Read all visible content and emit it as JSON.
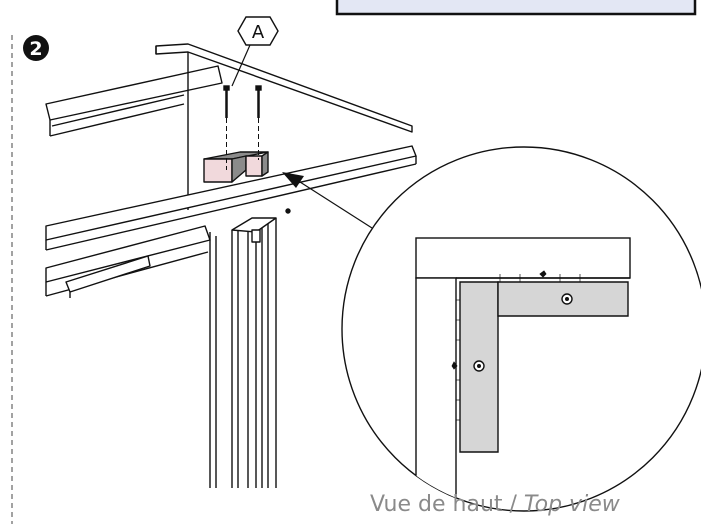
{
  "step": {
    "number": "2"
  },
  "callout": {
    "letter": "A"
  },
  "caption": {
    "main": "Vue de haut / ",
    "italic": "Top view"
  },
  "colors": {
    "line": "#111111",
    "bracket_light": "#f1d9dc",
    "bracket_dark": "#8b8b8b",
    "bracket_top_view": "#d6d6d6",
    "banner_fill": "#e3e7f4",
    "caption": "#8a8a8a"
  },
  "icons": [
    "step-badge-icon",
    "callout-hexagon-icon",
    "screw-icon",
    "screw-head-icon"
  ]
}
